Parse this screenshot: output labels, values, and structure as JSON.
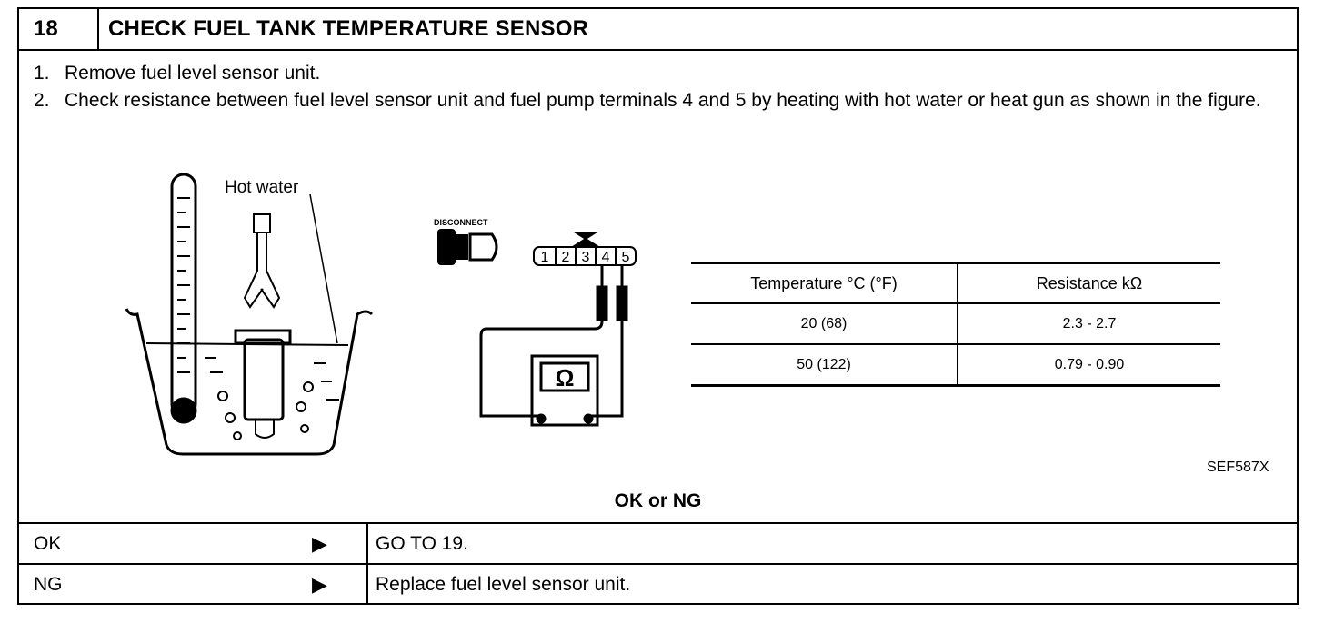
{
  "step": {
    "number": "18",
    "title": "CHECK FUEL TANK TEMPERATURE SENSOR"
  },
  "instructions": [
    {
      "num": "1.",
      "text": "Remove fuel level sensor unit."
    },
    {
      "num": "2.",
      "text": "Check resistance between fuel level sensor unit and fuel pump terminals 4 and 5 by heating with hot water or heat gun as shown in the figure."
    }
  ],
  "figure": {
    "hot_water_label": "Hot water",
    "disconnect_label": "DISCONNECT",
    "connector_terminals": [
      "1",
      "2",
      "3",
      "4",
      "5"
    ],
    "ohm_symbol": "Ω",
    "figure_code": "SEF587X"
  },
  "spec_table": {
    "headers": [
      "Temperature °C (°F)",
      "Resistance kΩ"
    ],
    "rows": [
      [
        "20 (68)",
        "2.3 - 2.7"
      ],
      [
        "50 (122)",
        "0.79 - 0.90"
      ]
    ]
  },
  "decision": {
    "prompt": "OK or NG",
    "arrow": "▶",
    "outcomes": [
      {
        "label": "OK",
        "action": "GO TO 19."
      },
      {
        "label": "NG",
        "action": "Replace fuel level sensor unit."
      }
    ]
  }
}
